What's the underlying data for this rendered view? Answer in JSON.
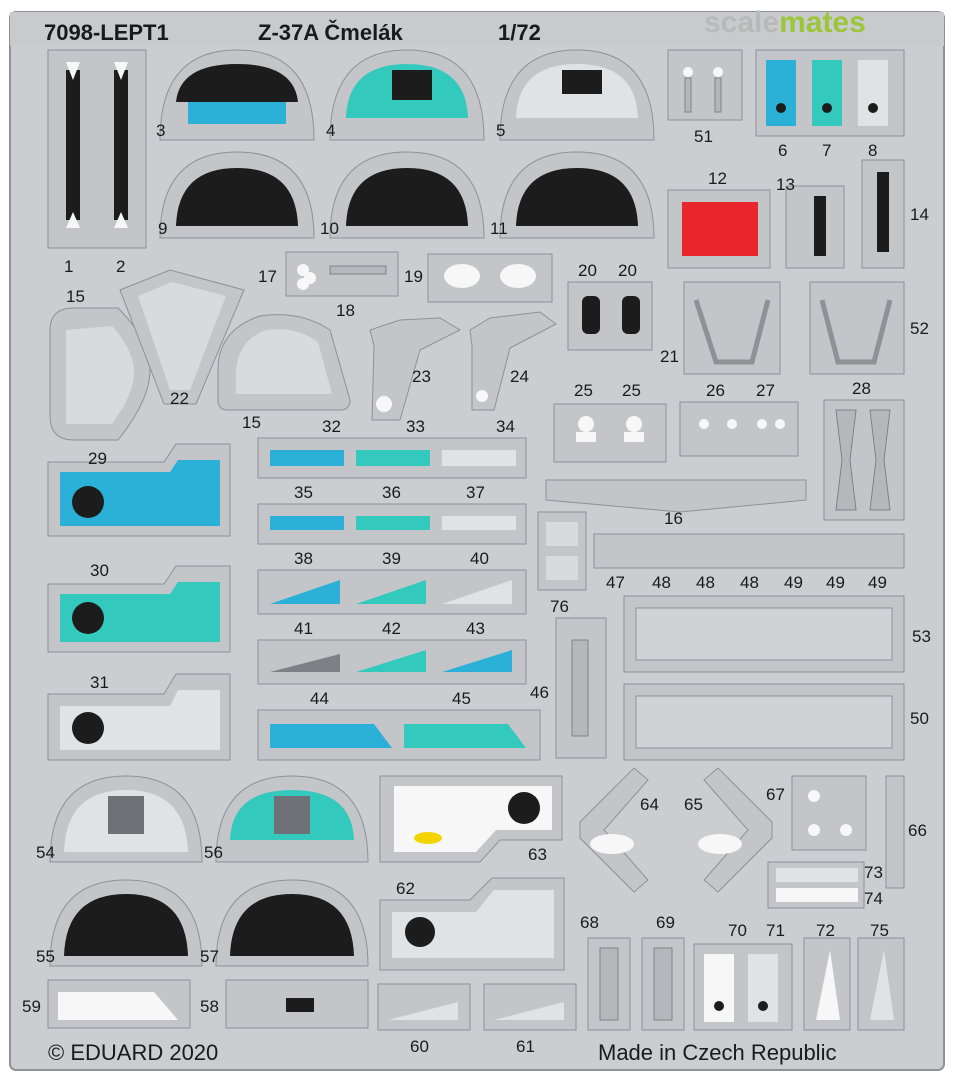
{
  "sheet": {
    "code": "7098-LEPT1",
    "model": "Z-37A Čmelák",
    "scale": "1/72",
    "copyright": "© EDUARD 2020",
    "origin": "Made in Czech Republic",
    "watermark": {
      "part1": "scale",
      "part2": "mates"
    }
  },
  "part_numbers": {
    "p1": "1",
    "p2": "2",
    "p3": "3",
    "p4": "4",
    "p5": "5",
    "p6": "6",
    "p7": "7",
    "p8": "8",
    "p9": "9",
    "p10": "10",
    "p11": "11",
    "p12": "12",
    "p13": "13",
    "p14": "14",
    "p15a": "15",
    "p15b": "15",
    "p16": "16",
    "p17": "17",
    "p18": "18",
    "p19": "19",
    "p20a": "20",
    "p20b": "20",
    "p21": "21",
    "p22": "22",
    "p23": "23",
    "p24": "24",
    "p25a": "25",
    "p25b": "25",
    "p26": "26",
    "p27": "27",
    "p28": "28",
    "p29": "29",
    "p30": "30",
    "p31": "31",
    "p32": "32",
    "p33": "33",
    "p34": "34",
    "p35": "35",
    "p36": "36",
    "p37": "37",
    "p38": "38",
    "p39": "39",
    "p40": "40",
    "p41": "41",
    "p42": "42",
    "p43": "43",
    "p44": "44",
    "p45": "45",
    "p46": "46",
    "p47": "47",
    "p48a": "48",
    "p48b": "48",
    "p48c": "48",
    "p49a": "49",
    "p49b": "49",
    "p49c": "49",
    "p50": "50",
    "p51": "51",
    "p52": "52",
    "p53": "53",
    "p54": "54",
    "p55": "55",
    "p56": "56",
    "p57": "57",
    "p58": "58",
    "p59": "59",
    "p60": "60",
    "p61": "61",
    "p62": "62",
    "p63": "63",
    "p64": "64",
    "p65": "65",
    "p66": "66",
    "p67": "67",
    "p68": "68",
    "p69": "69",
    "p70": "70",
    "p71": "71",
    "p72": "72",
    "p73": "73",
    "p74": "74",
    "p75": "75",
    "p76": "76"
  },
  "colors": {
    "fret": "#c3c5c8",
    "frame_border": "#8e9196",
    "instrument_black": "#1c1c1c",
    "panel_blue": "#2bb0d8",
    "panel_teal": "#34c9bd",
    "panel_light": "#dfe3e6",
    "cover_red": "#e8262c",
    "watermark_gray": "#b9b9b9",
    "watermark_green": "#9bc63a"
  }
}
